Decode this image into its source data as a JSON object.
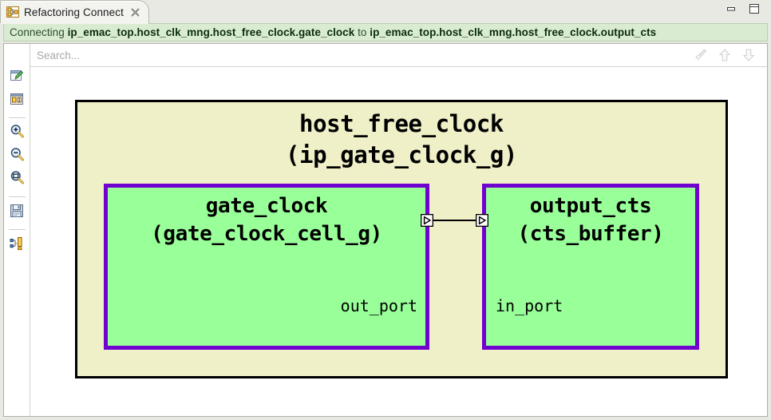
{
  "window": {
    "tab": {
      "label": "Refactoring Connect",
      "icon": "refactoring-connect-icon",
      "close_icon": "close-icon"
    },
    "controls": [
      {
        "name": "minimize-button",
        "icon": "minimize-icon"
      },
      {
        "name": "maximize-button",
        "icon": "maximize-icon"
      }
    ]
  },
  "status": {
    "prefix": "Connecting ",
    "source": "ip_emac_top.host_clk_mng.host_free_clock.gate_clock",
    "joiner": " to ",
    "target": "ip_emac_top.host_clk_mng.host_free_clock.output_cts",
    "bg_color": "#d9ecd2"
  },
  "toolbar": {
    "items": [
      {
        "name": "edit-properties-button",
        "icon": "window-pencil-icon",
        "title": "Edit"
      },
      {
        "name": "show-details-button",
        "icon": "table-info-icon",
        "title": "Details"
      },
      {
        "name": "separator-1",
        "icon": "separator",
        "title": ""
      },
      {
        "name": "zoom-in-button",
        "icon": "zoom-in-icon",
        "title": "Zoom In"
      },
      {
        "name": "zoom-out-button",
        "icon": "zoom-out-icon",
        "title": "Zoom Out"
      },
      {
        "name": "zoom-fit-button",
        "icon": "zoom-fit-icon",
        "title": "Fit"
      },
      {
        "name": "separator-2",
        "icon": "separator",
        "title": ""
      },
      {
        "name": "save-button",
        "icon": "floppy-save-icon",
        "title": "Save"
      },
      {
        "name": "separator-3",
        "icon": "separator",
        "title": ""
      },
      {
        "name": "hierarchy-button",
        "icon": "hierarchy-tree-icon",
        "title": "Hierarchy"
      }
    ]
  },
  "search": {
    "value": "",
    "placeholder": "Search...",
    "actions": [
      {
        "name": "clear-search-button",
        "icon": "broom-icon",
        "enabled": false
      },
      {
        "name": "find-previous-button",
        "icon": "arrow-up-icon",
        "enabled": false
      },
      {
        "name": "find-next-button",
        "icon": "arrow-down-icon",
        "enabled": false
      }
    ]
  },
  "diagram": {
    "outer": {
      "name": "host_free_clock",
      "type": "(ip_gate_clock_g)",
      "fill_color": "#efefc8",
      "border_color": "#000000"
    },
    "blocks": [
      {
        "name": "gate_clock",
        "type": "(gate_clock_cell_g)",
        "fill_color": "#99ff99",
        "border_color": "#6f00cf",
        "port": {
          "label": "out_port",
          "direction": "out"
        }
      },
      {
        "name": "output_cts",
        "type": "(cts_buffer)",
        "fill_color": "#99ff99",
        "border_color": "#6f00cf",
        "port": {
          "label": "in_port",
          "direction": "in"
        }
      }
    ],
    "connection": {
      "from": "out_port",
      "to": "in_port"
    }
  }
}
